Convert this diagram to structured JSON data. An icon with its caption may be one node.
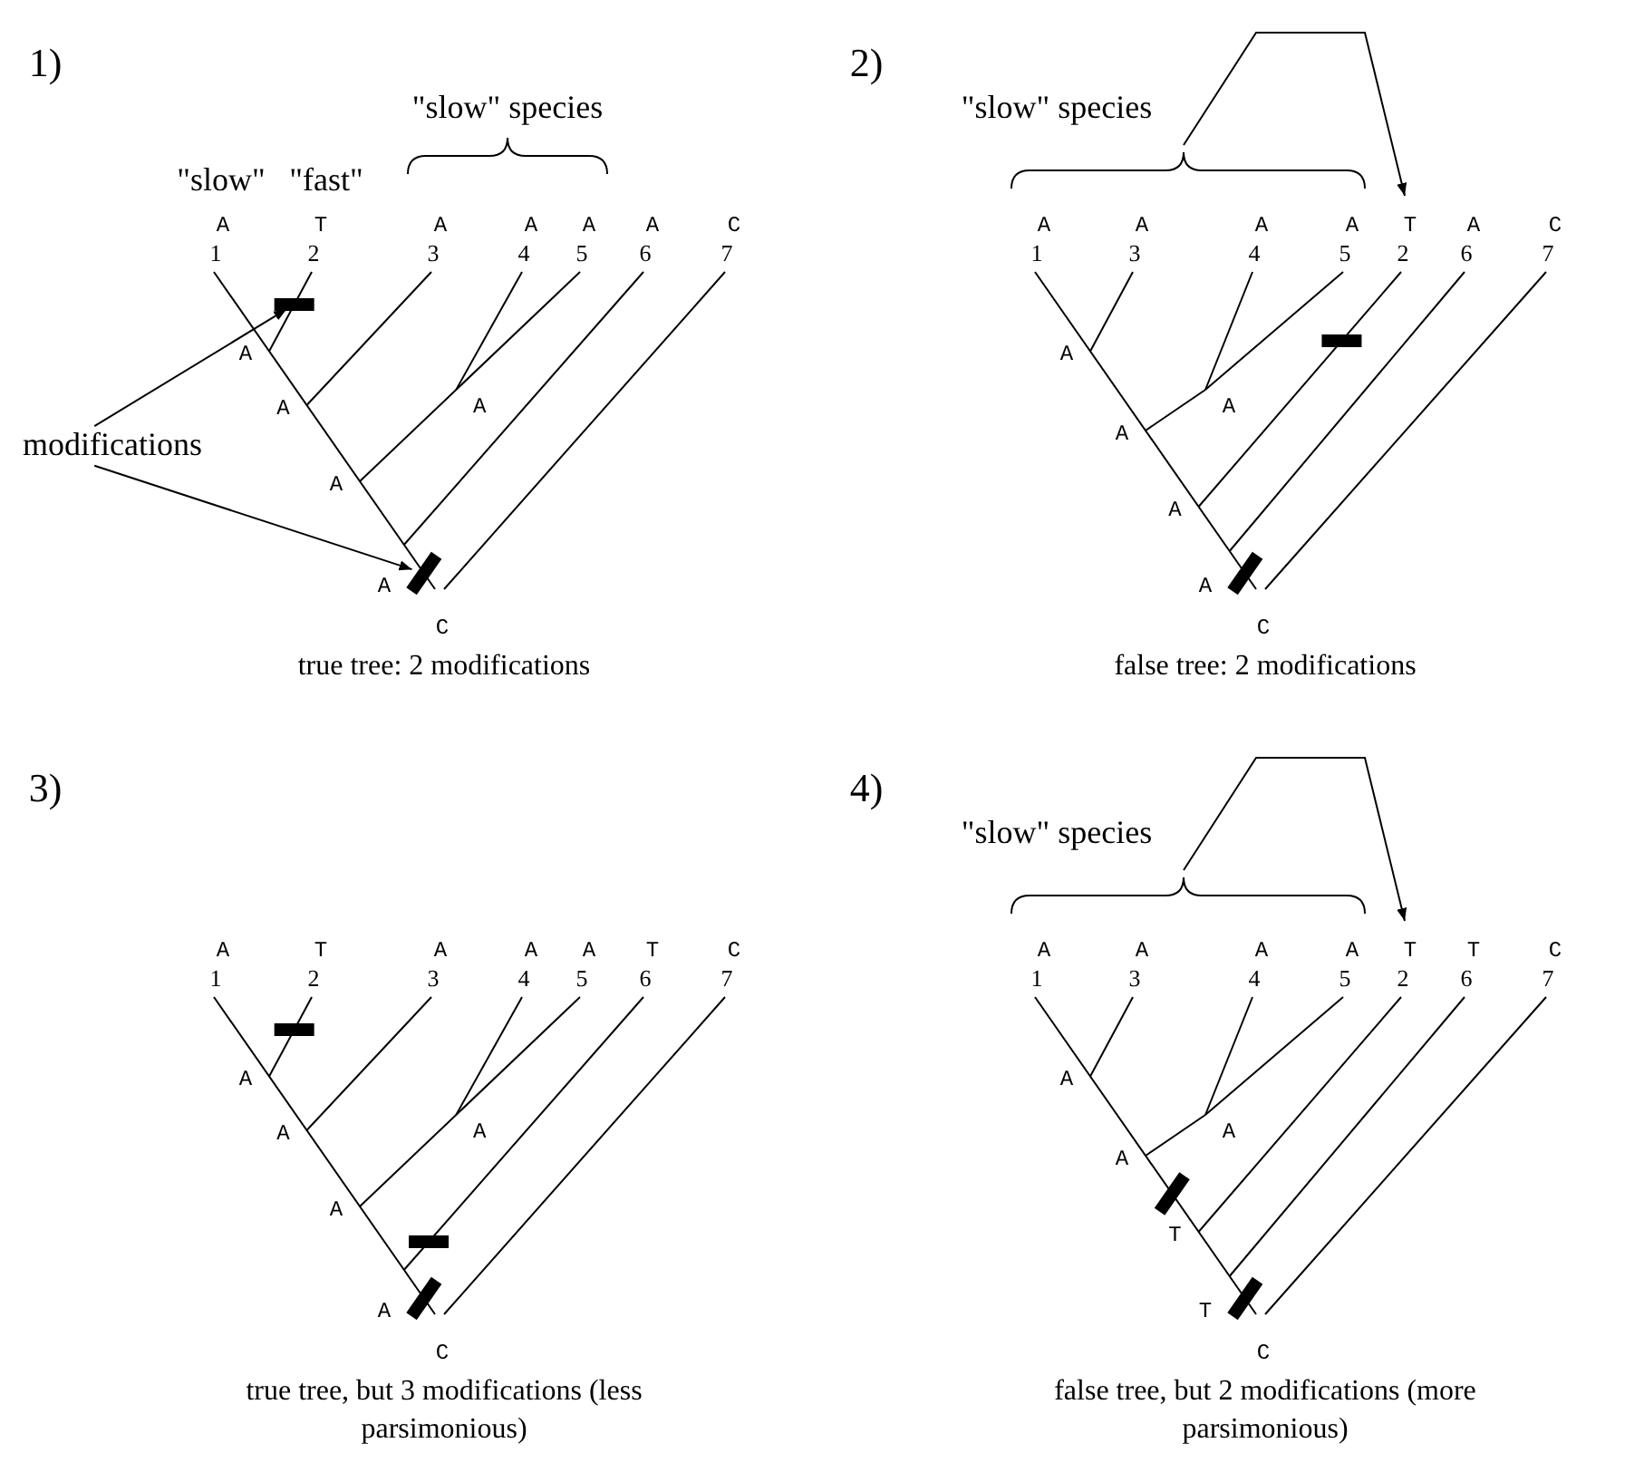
{
  "diagram": {
    "nodes": [
      {
        "text": [
          "modifications"
        ]
      },
      {
        "text": [],
        "shape": "bar"
      },
      {
        "text": [],
        "shape": "bar"
      },
      {
        "text": [],
        "shape": "bar"
      },
      {
        "text": [],
        "shape": "bar"
      },
      {
        "text": [],
        "shape": "bar"
      },
      {
        "text": [],
        "shape": "bar"
      },
      {
        "text": [],
        "shape": "bar"
      },
      {
        "text": [],
        "shape": "bar"
      },
      {
        "text": [],
        "shape": "bar"
      }
    ],
    "edges": [
      {
        "from": 0,
        "to": 1,
        "arrow": "to"
      },
      {
        "from": 0,
        "to": 2,
        "arrow": "to"
      }
    ],
    "labels": [
      "1)",
      "\"slow\"",
      "\"fast\"",
      "\"slow\" species",
      "A",
      "T",
      "A",
      "A",
      "A",
      "A",
      "C",
      "1",
      "2",
      "3",
      "4",
      "5",
      "6",
      "7",
      "A",
      "A",
      "A",
      "A",
      "A",
      "C",
      "true tree: 2 modifications",
      "2)",
      "\"slow\" species",
      "A",
      "A",
      "A",
      "A",
      "T",
      "A",
      "C",
      "1",
      "3",
      "4",
      "5",
      "2",
      "6",
      "7",
      "A",
      "A",
      "A",
      "A",
      "A",
      "C",
      "false tree: 2 modifications",
      "3)",
      "A",
      "T",
      "A",
      "A",
      "A",
      "T",
      "C",
      "1",
      "2",
      "3",
      "4",
      "5",
      "6",
      "7",
      "A",
      "A",
      "A",
      "A",
      "A",
      "C",
      "true tree, but 3 modifications (less parsimonious)",
      "4)",
      "\"slow\" species",
      "A",
      "A",
      "A",
      "A",
      "T",
      "T",
      "C",
      "1",
      "3",
      "4",
      "5",
      "2",
      "6",
      "7",
      "A",
      "A",
      "A",
      "T",
      "T",
      "C",
      "false tree, but 2 modifications (more parsimonious)"
    ]
  }
}
